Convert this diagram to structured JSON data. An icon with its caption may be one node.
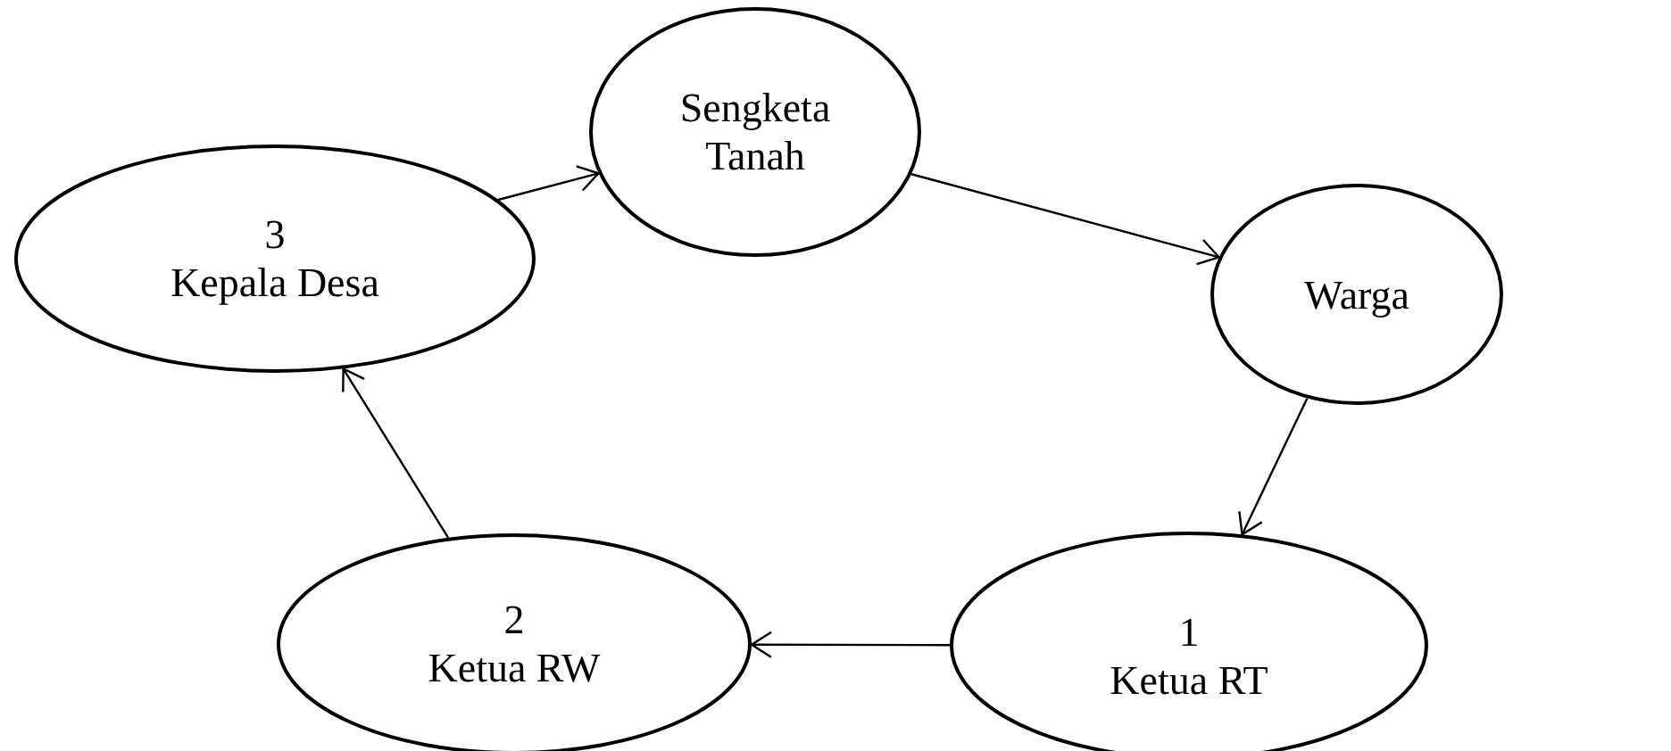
{
  "diagram": {
    "nodes": [
      {
        "text": [
          "Sengketa Tanah"
        ]
      },
      {
        "text": [
          "Warga"
        ]
      },
      {
        "text": [
          "1",
          "Ketua RT"
        ]
      },
      {
        "text": [
          "2",
          "Ketua RW"
        ]
      },
      {
        "text": [
          "3",
          "Kepala Desa"
        ]
      }
    ],
    "edges": [
      {
        "from": 0,
        "to": 1,
        "arrow": "to"
      },
      {
        "from": 1,
        "to": 2,
        "arrow": "to"
      },
      {
        "from": 2,
        "to": 3,
        "arrow": "to"
      },
      {
        "from": 3,
        "to": 4,
        "arrow": "to"
      },
      {
        "from": 4,
        "to": 0,
        "arrow": "to"
      }
    ]
  }
}
